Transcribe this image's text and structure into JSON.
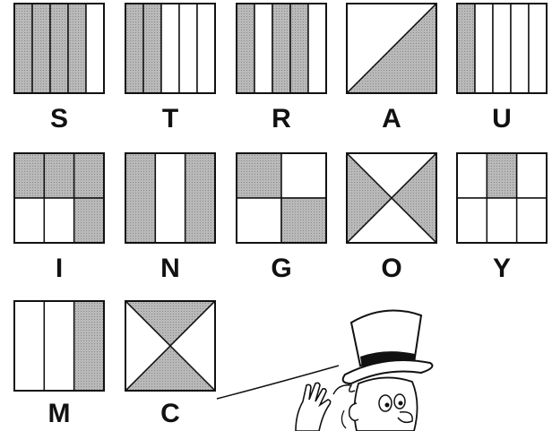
{
  "colors": {
    "shade": "#b9b9b9",
    "stroke": "#111111"
  },
  "tiles": [
    {
      "letter": "S",
      "layout": "vertical-5",
      "shaded": [
        0,
        1,
        2,
        3
      ]
    },
    {
      "letter": "T",
      "layout": "vertical-5",
      "shaded": [
        0,
        1
      ]
    },
    {
      "letter": "R",
      "layout": "vertical-5",
      "shaded": [
        0,
        2,
        3
      ]
    },
    {
      "letter": "A",
      "layout": "diagonal",
      "shaded": [
        "lower-right"
      ]
    },
    {
      "letter": "U",
      "layout": "vertical-5",
      "shaded": [
        0
      ]
    },
    {
      "letter": "I",
      "layout": "grid-3x2",
      "shaded": [
        0,
        1,
        2,
        5
      ]
    },
    {
      "letter": "N",
      "layout": "vertical-3",
      "shaded": [
        0,
        2
      ]
    },
    {
      "letter": "G",
      "layout": "grid-2x2",
      "shaded": [
        0,
        3
      ]
    },
    {
      "letter": "O",
      "layout": "x-cross",
      "shaded": [
        "left",
        "right"
      ]
    },
    {
      "letter": "Y",
      "layout": "grid-3x2",
      "shaded": [
        1
      ]
    },
    {
      "letter": "M",
      "layout": "vertical-3",
      "shaded": [
        2
      ]
    },
    {
      "letter": "C",
      "layout": "x-cross",
      "shaded": [
        "top",
        "bottom"
      ]
    }
  ],
  "mascot": {
    "icon": "top-hat-cartoon-character"
  }
}
